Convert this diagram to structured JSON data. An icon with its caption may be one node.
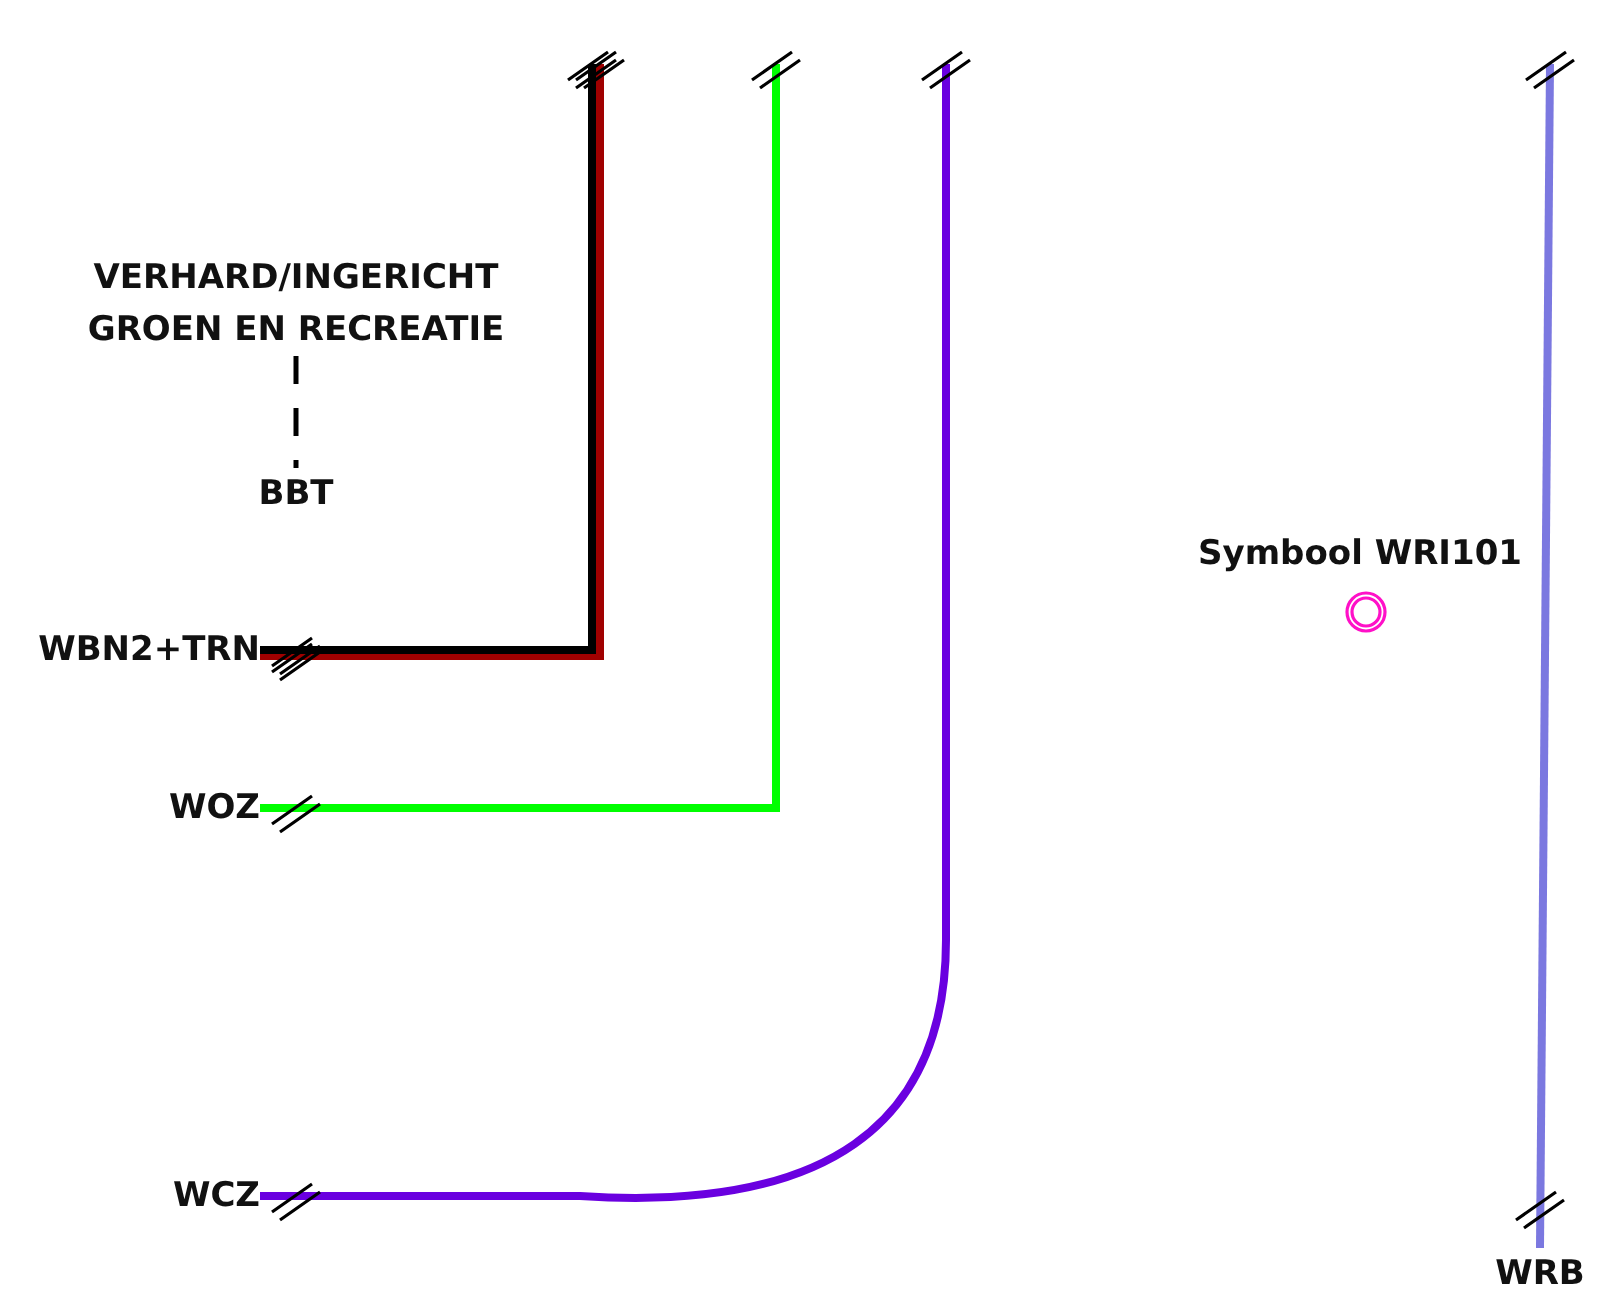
{
  "diagram": {
    "nodes": [
      {
        "text": [
          "VERHARD/INGERICHT GROEN EN RECREATIE"
        ]
      },
      {
        "text": [
          "BBT"
        ]
      },
      {
        "text": [
          "WBN2+TRN"
        ]
      },
      {
        "text": [
          "WOZ"
        ]
      },
      {
        "text": [
          "WCZ"
        ]
      },
      {
        "text": [
          "WRB"
        ]
      }
    ],
    "edges": [
      {
        "from": 0,
        "to": 1,
        "arrow": "none",
        "style": "dashed"
      },
      {
        "from": 2,
        "to": null,
        "arrow": "other",
        "color": "#a00000"
      },
      {
        "from": 2,
        "to": null,
        "arrow": "other",
        "color": "#000000"
      },
      {
        "from": 3,
        "to": null,
        "arrow": "other",
        "color": "#00ff00"
      },
      {
        "from": 4,
        "to": null,
        "arrow": "other",
        "color": "#6a00e0"
      },
      {
        "from": 5,
        "to": null,
        "arrow": "other",
        "color": "#7b78e0"
      }
    ],
    "labels": [
      "Symbool WRI101"
    ]
  }
}
